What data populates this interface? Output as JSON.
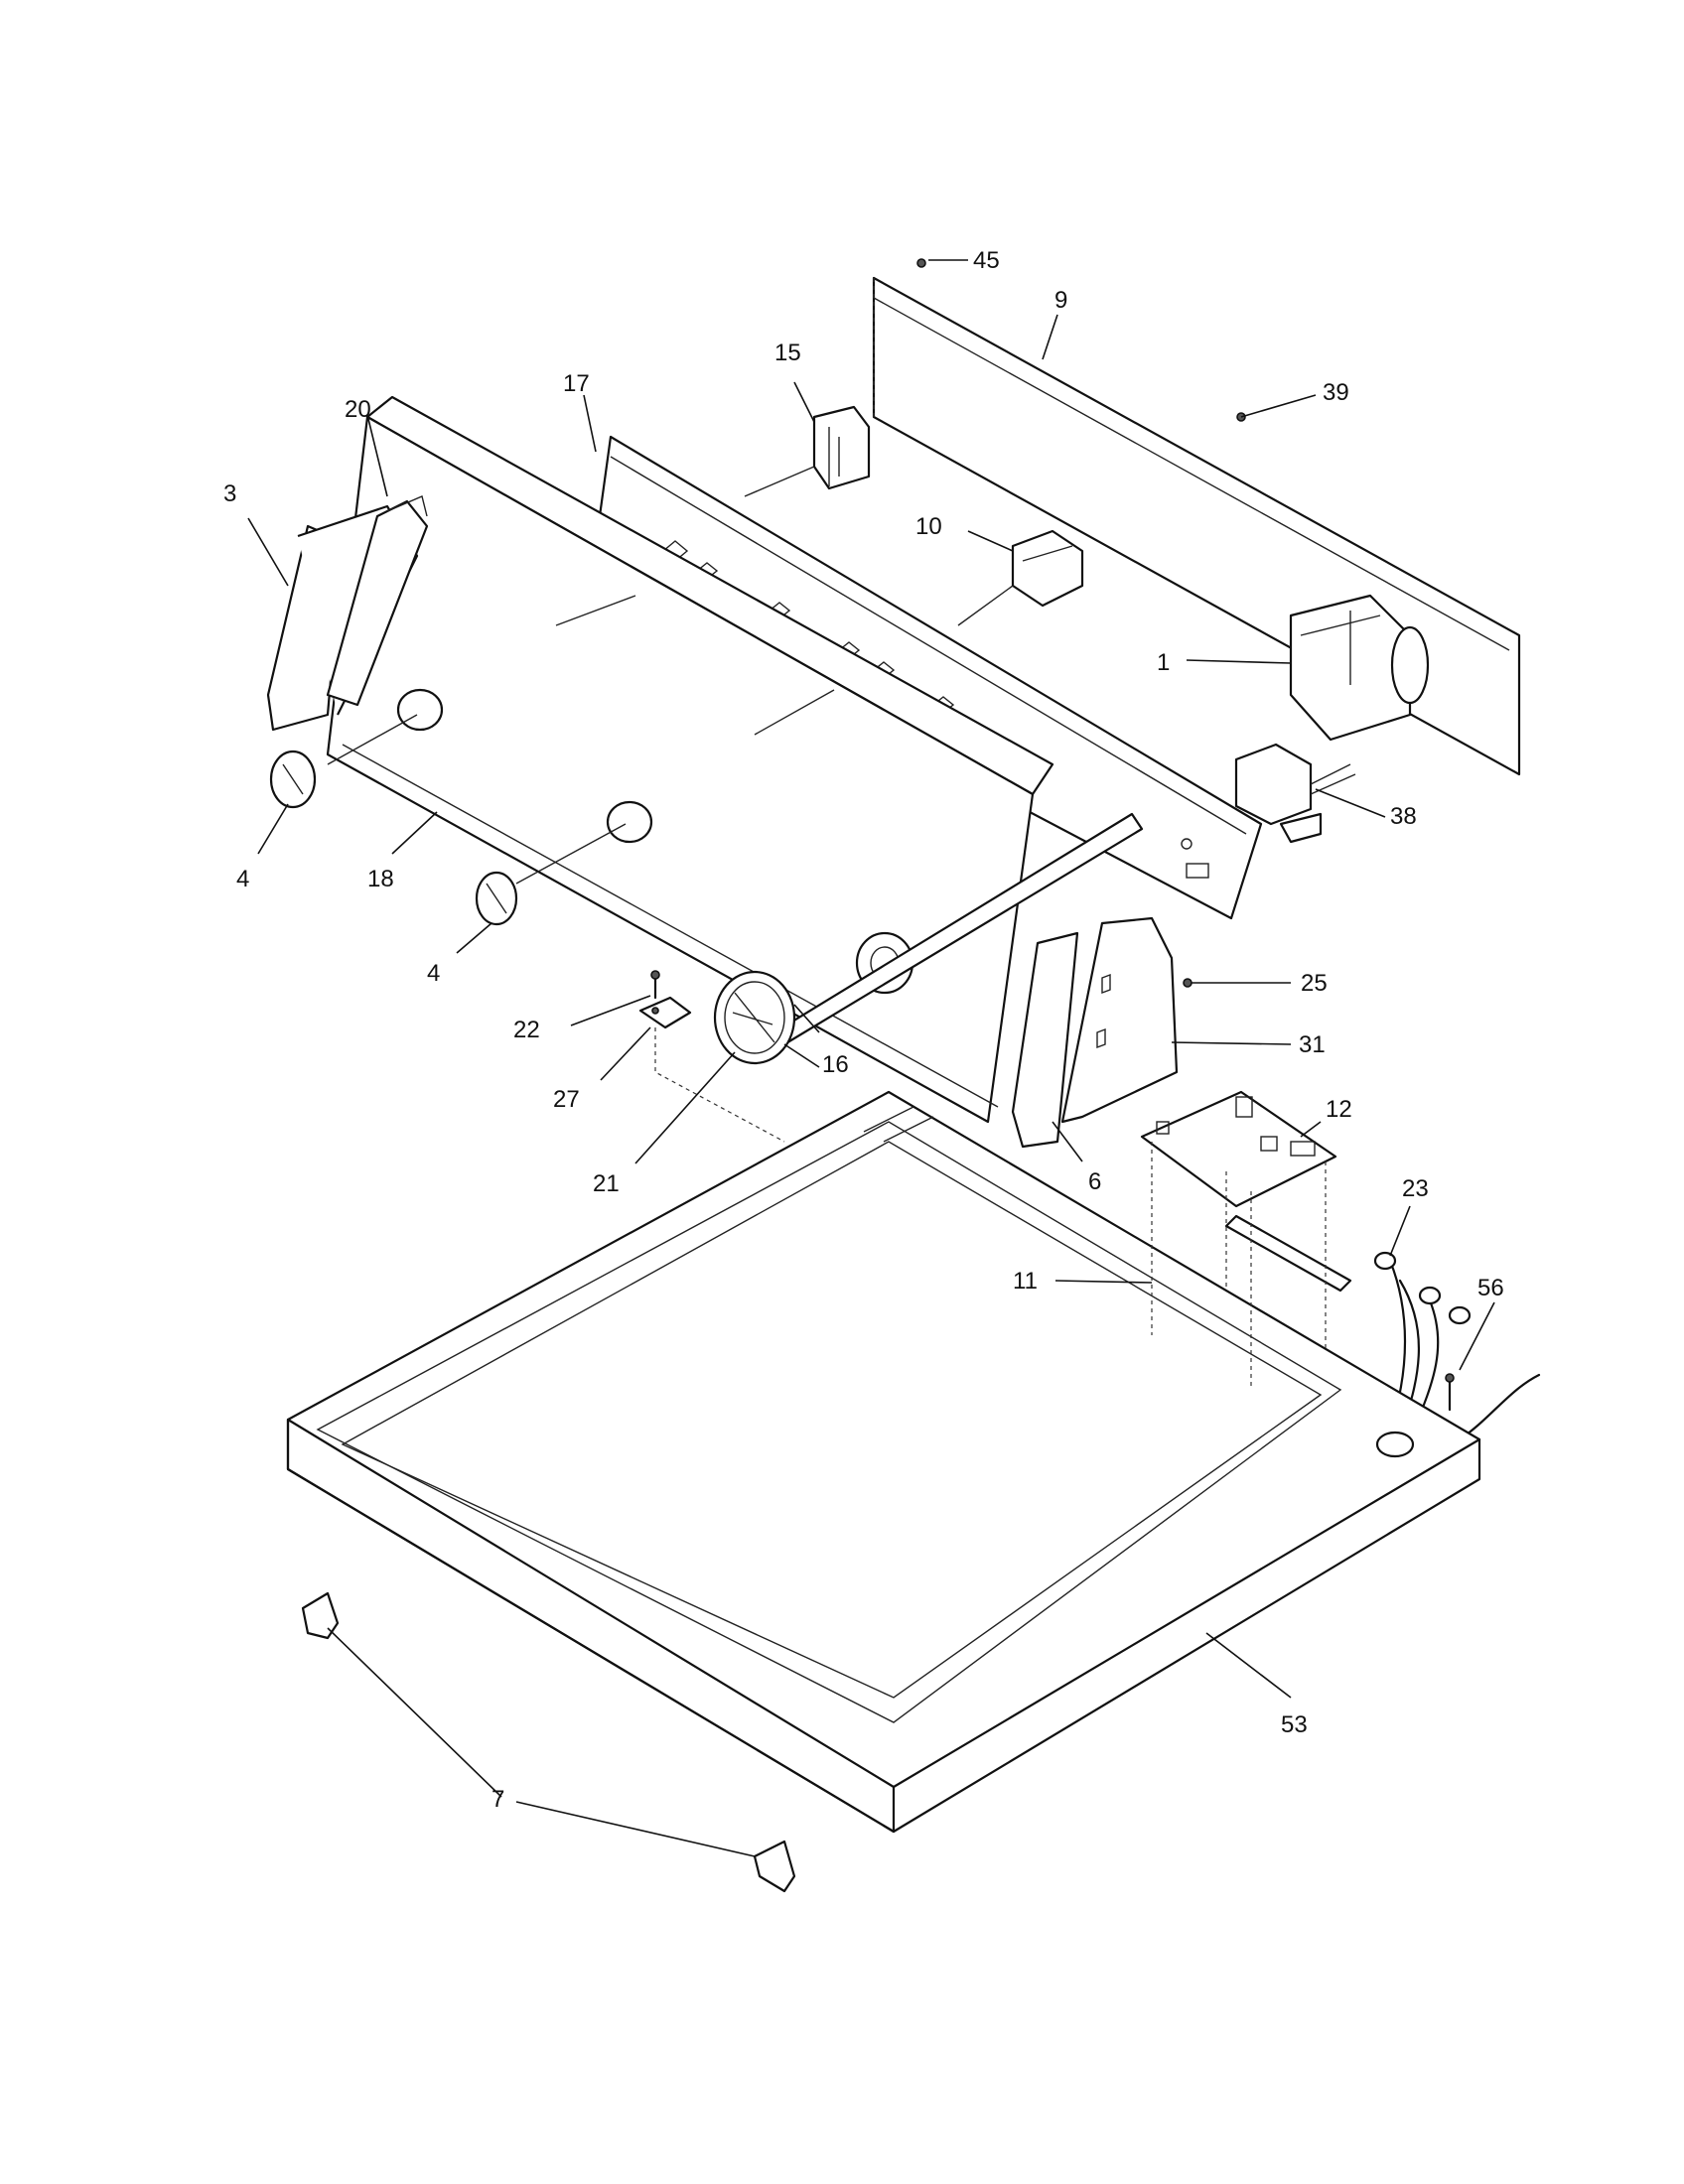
{
  "callouts": [
    {
      "id": "45",
      "text": "45"
    },
    {
      "id": "9",
      "text": "9"
    },
    {
      "id": "39",
      "text": "39"
    },
    {
      "id": "15",
      "text": "15"
    },
    {
      "id": "17",
      "text": "17"
    },
    {
      "id": "20",
      "text": "20"
    },
    {
      "id": "3",
      "text": "3"
    },
    {
      "id": "10",
      "text": "10"
    },
    {
      "id": "1",
      "text": "1"
    },
    {
      "id": "38",
      "text": "38"
    },
    {
      "id": "4a",
      "text": "4"
    },
    {
      "id": "18",
      "text": "18"
    },
    {
      "id": "4b",
      "text": "4"
    },
    {
      "id": "25",
      "text": "25"
    },
    {
      "id": "22",
      "text": "22"
    },
    {
      "id": "31",
      "text": "31"
    },
    {
      "id": "16",
      "text": "16"
    },
    {
      "id": "27",
      "text": "27"
    },
    {
      "id": "12",
      "text": "12"
    },
    {
      "id": "21",
      "text": "21"
    },
    {
      "id": "6",
      "text": "6"
    },
    {
      "id": "23",
      "text": "23"
    },
    {
      "id": "11",
      "text": "11"
    },
    {
      "id": "56",
      "text": "56"
    },
    {
      "id": "53",
      "text": "53"
    },
    {
      "id": "7",
      "text": "7"
    }
  ]
}
